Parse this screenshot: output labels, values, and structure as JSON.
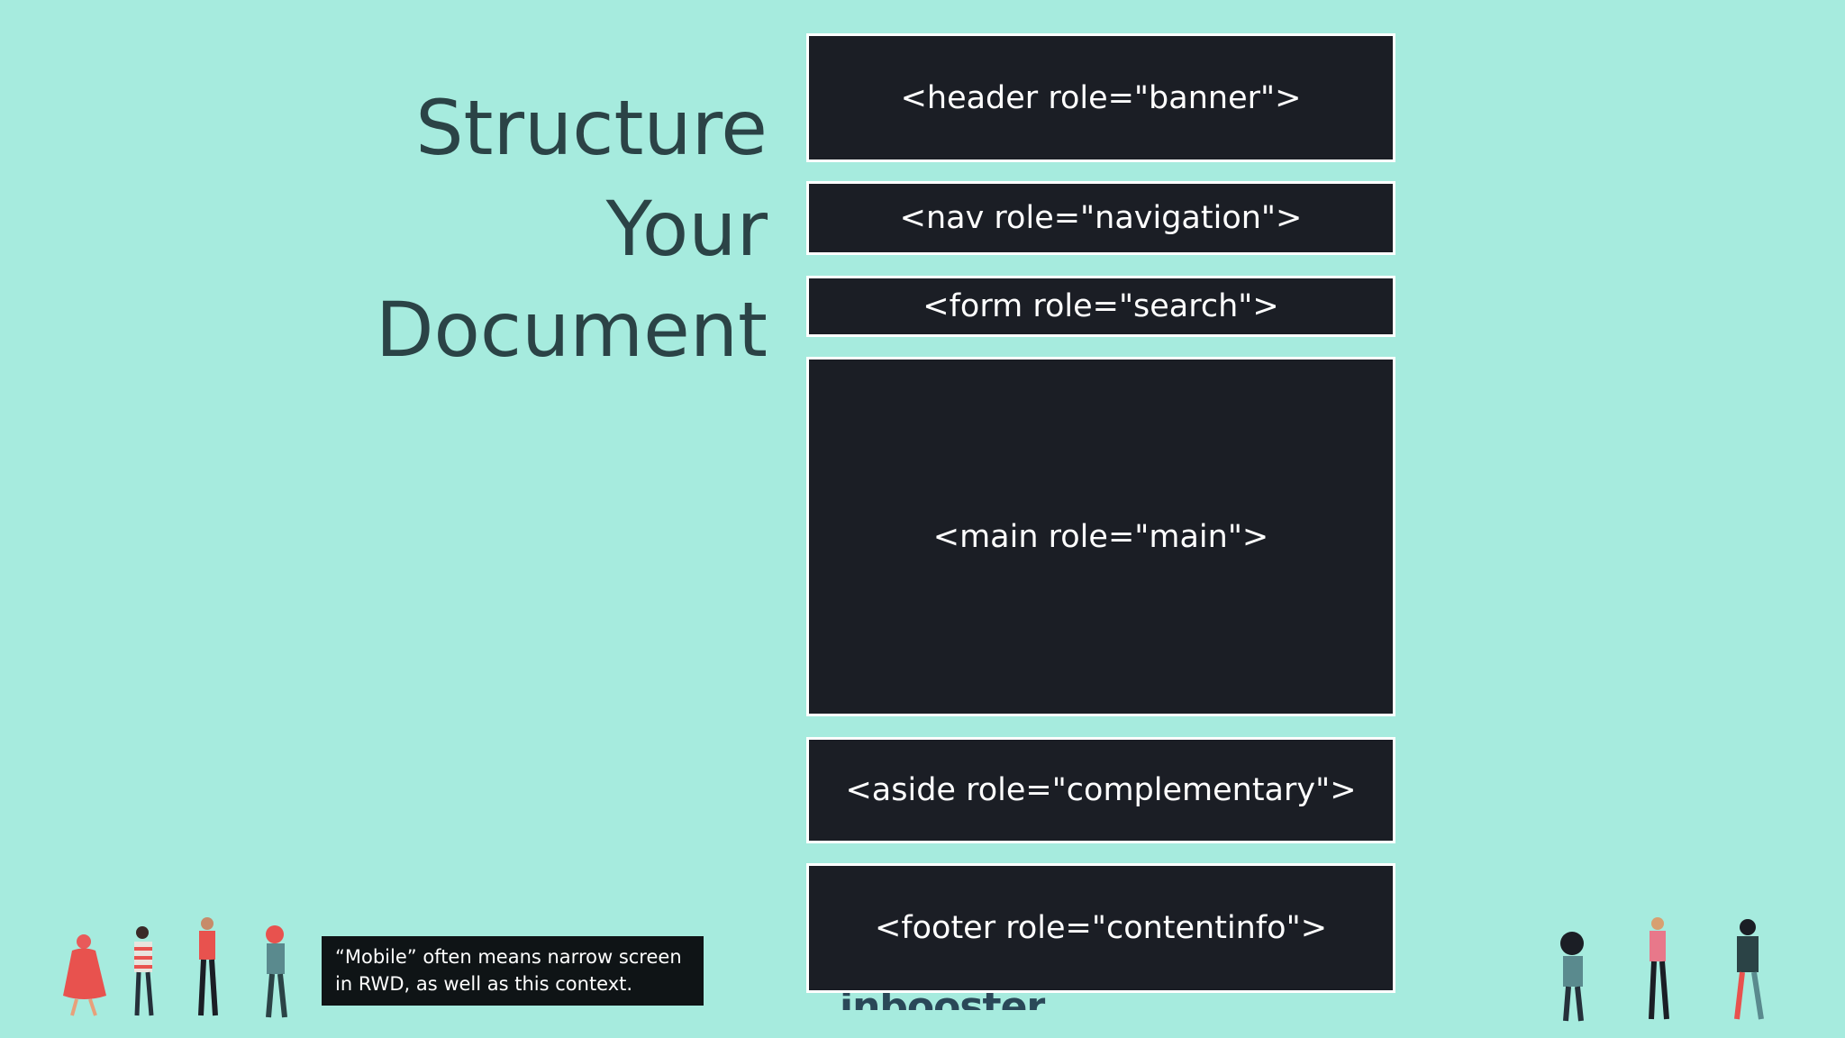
{
  "slide": {
    "title_lines": [
      "Structure",
      "Your",
      "Document"
    ],
    "landmarks": [
      "<header role=\"banner\">",
      "<nav role=\"navigation\">",
      "<form role=\"search\">",
      "<main role=\"main\">",
      "<aside role=\"complementary\">",
      "<footer role=\"contentinfo\">"
    ],
    "caption_lines": [
      "“Mobile” often means narrow screen",
      "in RWD, as well as this context."
    ],
    "logo_fragment": "inbooster"
  },
  "colors": {
    "background": "#a6ebde",
    "title": "#2b4346",
    "box": "#1b1e25",
    "box_border": "#ffffff"
  }
}
